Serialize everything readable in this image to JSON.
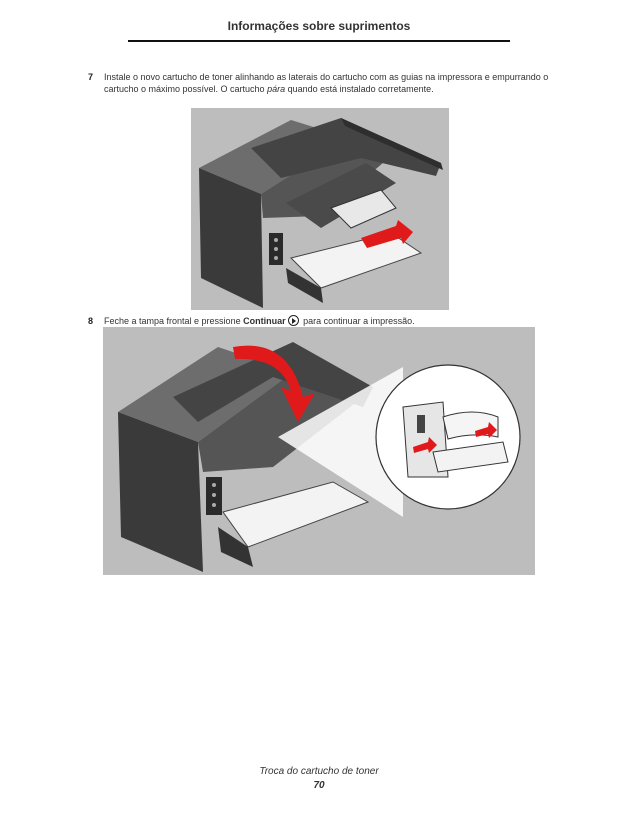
{
  "header": {
    "title": "Informações sobre suprimentos"
  },
  "steps": [
    {
      "number": "7",
      "text_line1": "Instale o novo cartucho de toner alinhando as laterais do cartucho com as guias na impressora e empurrando o",
      "text_line2_a": "cartucho o máximo possível. O cartucho ",
      "text_line2_em": "pára",
      "text_line2_b": " quando está instalado corretamente."
    },
    {
      "number": "8",
      "text_a": "Feche a tampa frontal e pressione ",
      "text_bold": "Continuar",
      "text_b": " para continuar a impressão."
    }
  ],
  "footer": {
    "section": "Troca do cartucho de toner",
    "page": "70"
  },
  "icons": {
    "continue": "continue-button-icon"
  },
  "colors": {
    "arrow_red": "#e0191b",
    "printer_dark": "#3a3a3a",
    "illustration_bg": "#bdbdbd"
  }
}
